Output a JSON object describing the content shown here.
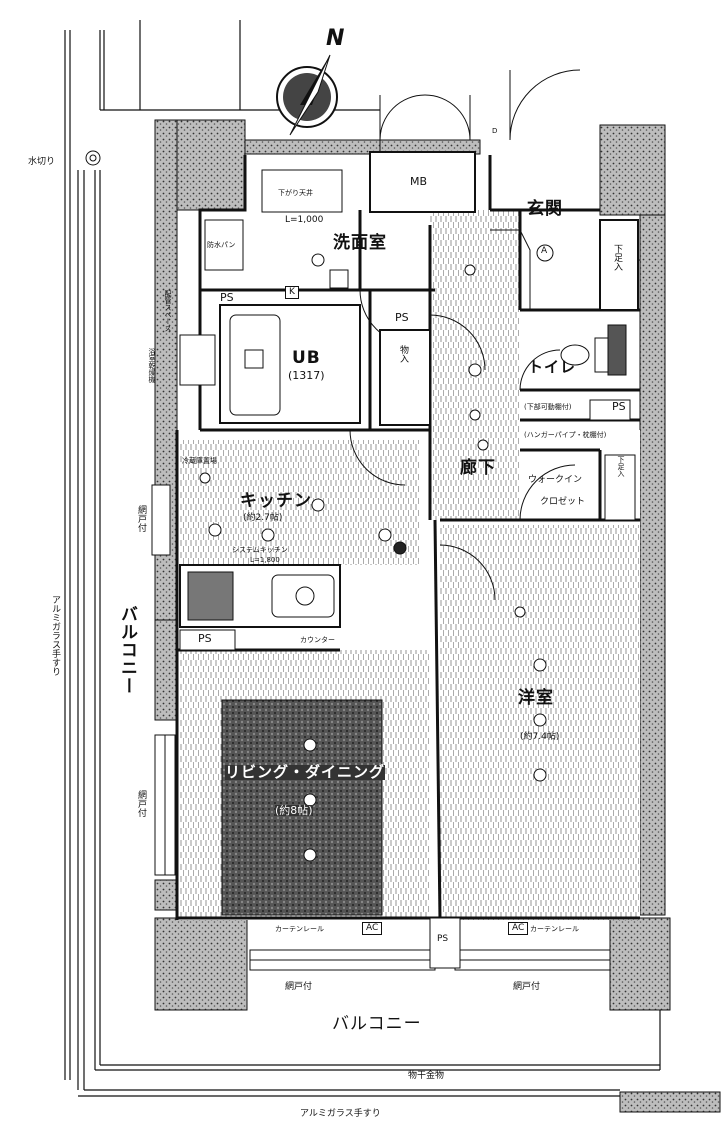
{
  "compass": {
    "north_label": "N"
  },
  "rooms": {
    "genkan": "玄関",
    "sennmenn": "洗面室",
    "ub": "UB",
    "ub_size": "(1317)",
    "toilet": "トイレ",
    "rouka": "廊下",
    "kitchen": "キッチン",
    "kitchen_size": "(約2.7帖)",
    "living": "リビング・ダイニング",
    "living_size": "(約8帖)",
    "youshitsu": "洋室",
    "youshitsu_size": "(約7.4帖)",
    "wic": "ウォークイン",
    "wic2": "クロゼット",
    "balcony_left": "バルコニー",
    "balcony_bottom": "バルコニー"
  },
  "labels": {
    "mb": "MB",
    "ps": "PS",
    "ps_ub": "PS",
    "ps_toilet": "PS",
    "ps_kitchen": "PS",
    "ps_bottom": "PS",
    "ac_left": "AC",
    "ac_right": "AC",
    "k": "K",
    "shitaashi1": "下足入",
    "shitaashi2": "下足入",
    "soubiyuka": "下がり天井",
    "l_1000": "L=1,000",
    "danbou": "防水パン",
    "monoire": "物入",
    "hanger": "(ハンガーパイプ・枕棚付)",
    "shitaake": "(下部可動棚付)",
    "reizoko": "冷蔵庫置場",
    "system_kitchen": "システムキッチン",
    "system_kitchen_w": "L=1,800",
    "counter": "カウンター",
    "curtain_left": "カーテンレール",
    "curtain_right": "カーテンレール",
    "amido_left": "網戸付",
    "amido_right": "網戸付",
    "amido_side": "網戸付",
    "amido_side2": "網戸付",
    "mizukiri": "水切り",
    "sen_tesuri_side": "アルミガラス手すり",
    "sen_tesuri_bottom": "アルミガラス手すり",
    "monohoshi": "物干金物",
    "marker_a": "A",
    "marker_d": "D",
    "furo": "浴室乾燥機",
    "pipe": "配管スペース"
  }
}
